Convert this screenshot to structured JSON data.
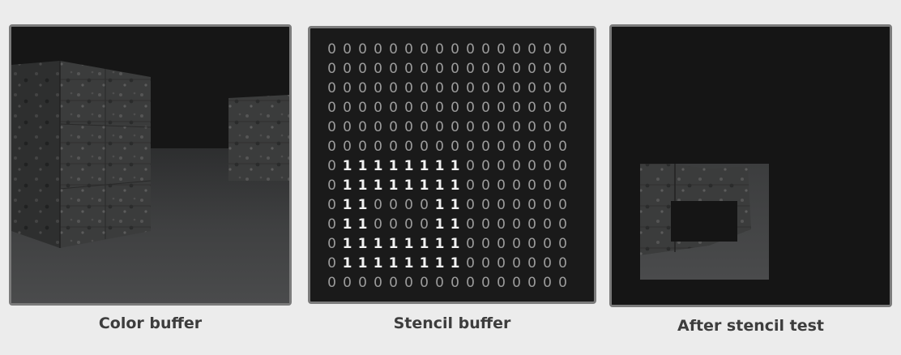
{
  "panels": [
    {
      "caption": "Color buffer"
    },
    {
      "caption": "Stencil buffer"
    },
    {
      "caption": "After stencil test"
    }
  ],
  "stencil_buffer": {
    "rows": [
      "0000000000000000",
      "0000000000000000",
      "0000000000000000",
      "0000000000000000",
      "0000000000000000",
      "0000000000000000",
      "0111111110000000",
      "0111111110000000",
      "0110000110000000",
      "0110000110000000",
      "0111111110000000",
      "0111111110000000",
      "0000000000000000"
    ]
  },
  "colors": {
    "background": "#ececec",
    "panel_border": "#7b7b7b",
    "buffer_black": "#161616",
    "digit_zero": "#9c9c9c",
    "digit_one": "#f2f2f2",
    "caption": "#3d3d3d"
  }
}
